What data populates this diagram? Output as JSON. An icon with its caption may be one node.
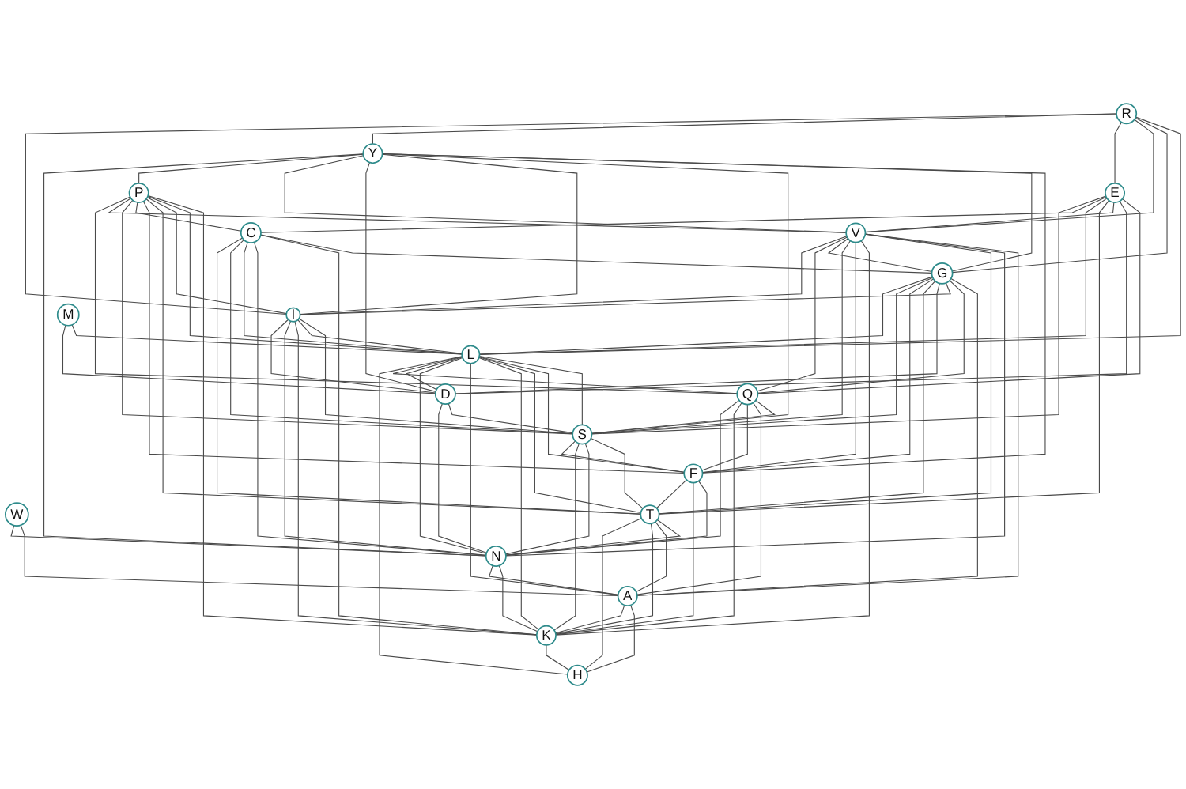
{
  "diagram": {
    "nodes": [
      {
        "text": [
          "R"
        ]
      },
      {
        "text": [
          "W"
        ]
      },
      {
        "text": [
          "I"
        ]
      },
      {
        "text": [
          "D"
        ]
      },
      {
        "text": [
          "Q"
        ]
      },
      {
        "text": [
          "P"
        ]
      },
      {
        "text": [
          "V"
        ]
      },
      {
        "text": [
          "M"
        ]
      },
      {
        "text": [
          "Y"
        ]
      },
      {
        "text": [
          "N"
        ]
      },
      {
        "text": [
          "G"
        ]
      },
      {
        "text": [
          "L"
        ]
      },
      {
        "text": [
          "A"
        ]
      },
      {
        "text": [
          "E"
        ]
      },
      {
        "text": [
          "S"
        ]
      },
      {
        "text": [
          "K"
        ]
      },
      {
        "text": [
          "F"
        ]
      },
      {
        "text": [
          "C"
        ]
      },
      {
        "text": [
          "T"
        ]
      },
      {
        "text": [
          "H"
        ]
      }
    ],
    "edges": [
      {
        "from": 1,
        "to": 9,
        "arrow": "none"
      },
      {
        "from": 1,
        "to": 12,
        "arrow": "none"
      },
      {
        "from": 7,
        "to": 3,
        "arrow": "none"
      },
      {
        "from": 7,
        "to": 11,
        "arrow": "none"
      },
      {
        "from": 3,
        "to": 9,
        "arrow": "none"
      },
      {
        "from": 2,
        "to": 3,
        "arrow": "none"
      },
      {
        "from": 0,
        "to": 2,
        "arrow": "none"
      },
      {
        "from": 0,
        "to": 8,
        "arrow": "none"
      },
      {
        "from": 0,
        "to": 13,
        "arrow": "none"
      },
      {
        "from": 2,
        "to": 9,
        "arrow": "none"
      },
      {
        "from": 4,
        "to": 9,
        "arrow": "none"
      },
      {
        "from": 9,
        "to": 12,
        "arrow": "none"
      },
      {
        "from": 12,
        "to": 15,
        "arrow": "none"
      },
      {
        "from": 12,
        "to": 19,
        "arrow": "none"
      },
      {
        "from": 15,
        "to": 19,
        "arrow": "none"
      },
      {
        "from": 18,
        "to": 19,
        "arrow": "none"
      },
      {
        "from": 11,
        "to": 19,
        "arrow": "none"
      },
      {
        "from": 17,
        "to": 18,
        "arrow": "none"
      },
      {
        "from": 17,
        "to": 14,
        "arrow": "none"
      },
      {
        "from": 13,
        "to": 14,
        "arrow": "none"
      },
      {
        "from": 13,
        "to": 17,
        "arrow": "none"
      },
      {
        "from": 13,
        "to": 11,
        "arrow": "none"
      },
      {
        "from": 8,
        "to": 9,
        "arrow": "none"
      },
      {
        "from": 8,
        "to": 5,
        "arrow": "none"
      },
      {
        "from": 8,
        "to": 6,
        "arrow": "none"
      },
      {
        "from": 8,
        "to": 3,
        "arrow": "none"
      },
      {
        "from": 8,
        "to": 2,
        "arrow": "none"
      },
      {
        "from": 8,
        "to": 14,
        "arrow": "none"
      },
      {
        "from": 8,
        "to": 10,
        "arrow": "none"
      },
      {
        "from": 8,
        "to": 16,
        "arrow": "none"
      },
      {
        "from": 5,
        "to": 4,
        "arrow": "none"
      },
      {
        "from": 5,
        "to": 6,
        "arrow": "none"
      },
      {
        "from": 5,
        "to": 14,
        "arrow": "none"
      },
      {
        "from": 5,
        "to": 17,
        "arrow": "none"
      },
      {
        "from": 5,
        "to": 16,
        "arrow": "none"
      },
      {
        "from": 5,
        "to": 18,
        "arrow": "none"
      },
      {
        "from": 5,
        "to": 2,
        "arrow": "none"
      },
      {
        "from": 5,
        "to": 11,
        "arrow": "none"
      },
      {
        "from": 5,
        "to": 15,
        "arrow": "none"
      },
      {
        "from": 6,
        "to": 2,
        "arrow": "none"
      },
      {
        "from": 6,
        "to": 4,
        "arrow": "none"
      },
      {
        "from": 6,
        "to": 10,
        "arrow": "none"
      },
      {
        "from": 6,
        "to": 14,
        "arrow": "none"
      },
      {
        "from": 6,
        "to": 16,
        "arrow": "none"
      },
      {
        "from": 6,
        "to": 15,
        "arrow": "none"
      },
      {
        "from": 6,
        "to": 18,
        "arrow": "none"
      },
      {
        "from": 0,
        "to": 6,
        "arrow": "none"
      },
      {
        "from": 0,
        "to": 10,
        "arrow": "none"
      },
      {
        "from": 0,
        "to": 11,
        "arrow": "none"
      },
      {
        "from": 10,
        "to": 11,
        "arrow": "none"
      },
      {
        "from": 10,
        "to": 14,
        "arrow": "none"
      },
      {
        "from": 10,
        "to": 16,
        "arrow": "none"
      },
      {
        "from": 10,
        "to": 18,
        "arrow": "none"
      },
      {
        "from": 10,
        "to": 3,
        "arrow": "none"
      },
      {
        "from": 10,
        "to": 2,
        "arrow": "none"
      },
      {
        "from": 10,
        "to": 4,
        "arrow": "none"
      },
      {
        "from": 10,
        "to": 12,
        "arrow": "none"
      },
      {
        "from": 11,
        "to": 4,
        "arrow": "none"
      },
      {
        "from": 11,
        "to": 3,
        "arrow": "none"
      },
      {
        "from": 11,
        "to": 9,
        "arrow": "none"
      },
      {
        "from": 11,
        "to": 12,
        "arrow": "none"
      },
      {
        "from": 11,
        "to": 15,
        "arrow": "none"
      },
      {
        "from": 11,
        "to": 18,
        "arrow": "none"
      },
      {
        "from": 11,
        "to": 16,
        "arrow": "none"
      },
      {
        "from": 11,
        "to": 14,
        "arrow": "none"
      },
      {
        "from": 4,
        "to": 15,
        "arrow": "none"
      },
      {
        "from": 4,
        "to": 16,
        "arrow": "none"
      },
      {
        "from": 4,
        "to": 12,
        "arrow": "none"
      },
      {
        "from": 4,
        "to": 14,
        "arrow": "none"
      },
      {
        "from": 3,
        "to": 14,
        "arrow": "none"
      },
      {
        "from": 14,
        "to": 16,
        "arrow": "none"
      },
      {
        "from": 14,
        "to": 15,
        "arrow": "none"
      },
      {
        "from": 14,
        "to": 9,
        "arrow": "none"
      },
      {
        "from": 14,
        "to": 18,
        "arrow": "none"
      },
      {
        "from": 16,
        "to": 18,
        "arrow": "none"
      },
      {
        "from": 16,
        "to": 15,
        "arrow": "none"
      },
      {
        "from": 16,
        "to": 9,
        "arrow": "none"
      },
      {
        "from": 17,
        "to": 11,
        "arrow": "none"
      },
      {
        "from": 17,
        "to": 9,
        "arrow": "none"
      },
      {
        "from": 17,
        "to": 15,
        "arrow": "none"
      },
      {
        "from": 17,
        "to": 10,
        "arrow": "none"
      },
      {
        "from": 18,
        "to": 15,
        "arrow": "none"
      },
      {
        "from": 18,
        "to": 12,
        "arrow": "none"
      },
      {
        "from": 18,
        "to": 9,
        "arrow": "none"
      },
      {
        "from": 13,
        "to": 18,
        "arrow": "none"
      },
      {
        "from": 13,
        "to": 6,
        "arrow": "none"
      },
      {
        "from": 13,
        "to": 3,
        "arrow": "none"
      },
      {
        "from": 13,
        "to": 4,
        "arrow": "none"
      },
      {
        "from": 2,
        "to": 15,
        "arrow": "none"
      },
      {
        "from": 2,
        "to": 11,
        "arrow": "none"
      },
      {
        "from": 2,
        "to": 14,
        "arrow": "none"
      },
      {
        "from": 6,
        "to": 9,
        "arrow": "none"
      },
      {
        "from": 6,
        "to": 12,
        "arrow": "none"
      },
      {
        "from": 15,
        "to": 9,
        "arrow": "none"
      }
    ]
  }
}
